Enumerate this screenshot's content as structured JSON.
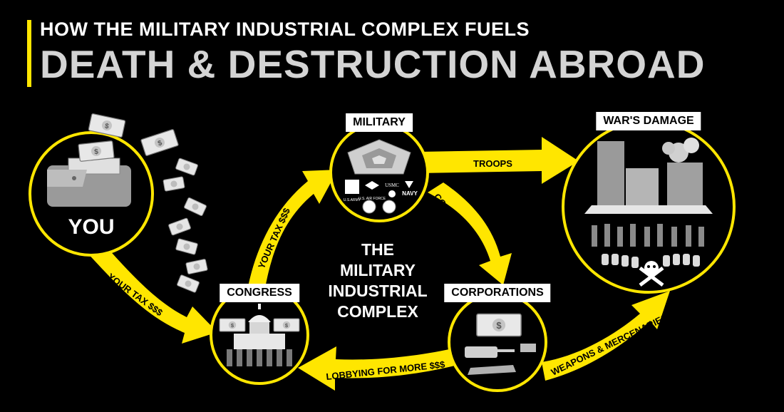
{
  "header": {
    "line1": "HOW THE MILITARY INDUSTRIAL COMPLEX FUELS",
    "line2": "DEATH & DESTRUCTION ABROAD"
  },
  "nodes": {
    "you": "YOU",
    "military": "MILITARY",
    "wars_damage": "WAR'S DAMAGE",
    "congress": "CONGRESS",
    "corporations": "CORPORATIONS"
  },
  "center": [
    "THE",
    "MILITARY",
    "INDUSTRIAL",
    "COMPLEX"
  ],
  "arrows": {
    "troops": "TROOPS",
    "contract": "CONTRACT $$$",
    "your_tax_up": "YOUR TAX $$$",
    "your_tax_down": "YOUR TAX $$$",
    "lobbying": "LOBBYING FOR MORE $$$",
    "weapons": "WEAPONS & MERCENARIES"
  },
  "seals": {
    "army": "U.S.ARMY",
    "air_force": "U.S. AIR FORCE",
    "usmc": "USMC",
    "navy": "NAVY"
  },
  "colors": {
    "accent": "#ffe600",
    "background": "#000000",
    "title_secondary": "#d4d4d4"
  }
}
